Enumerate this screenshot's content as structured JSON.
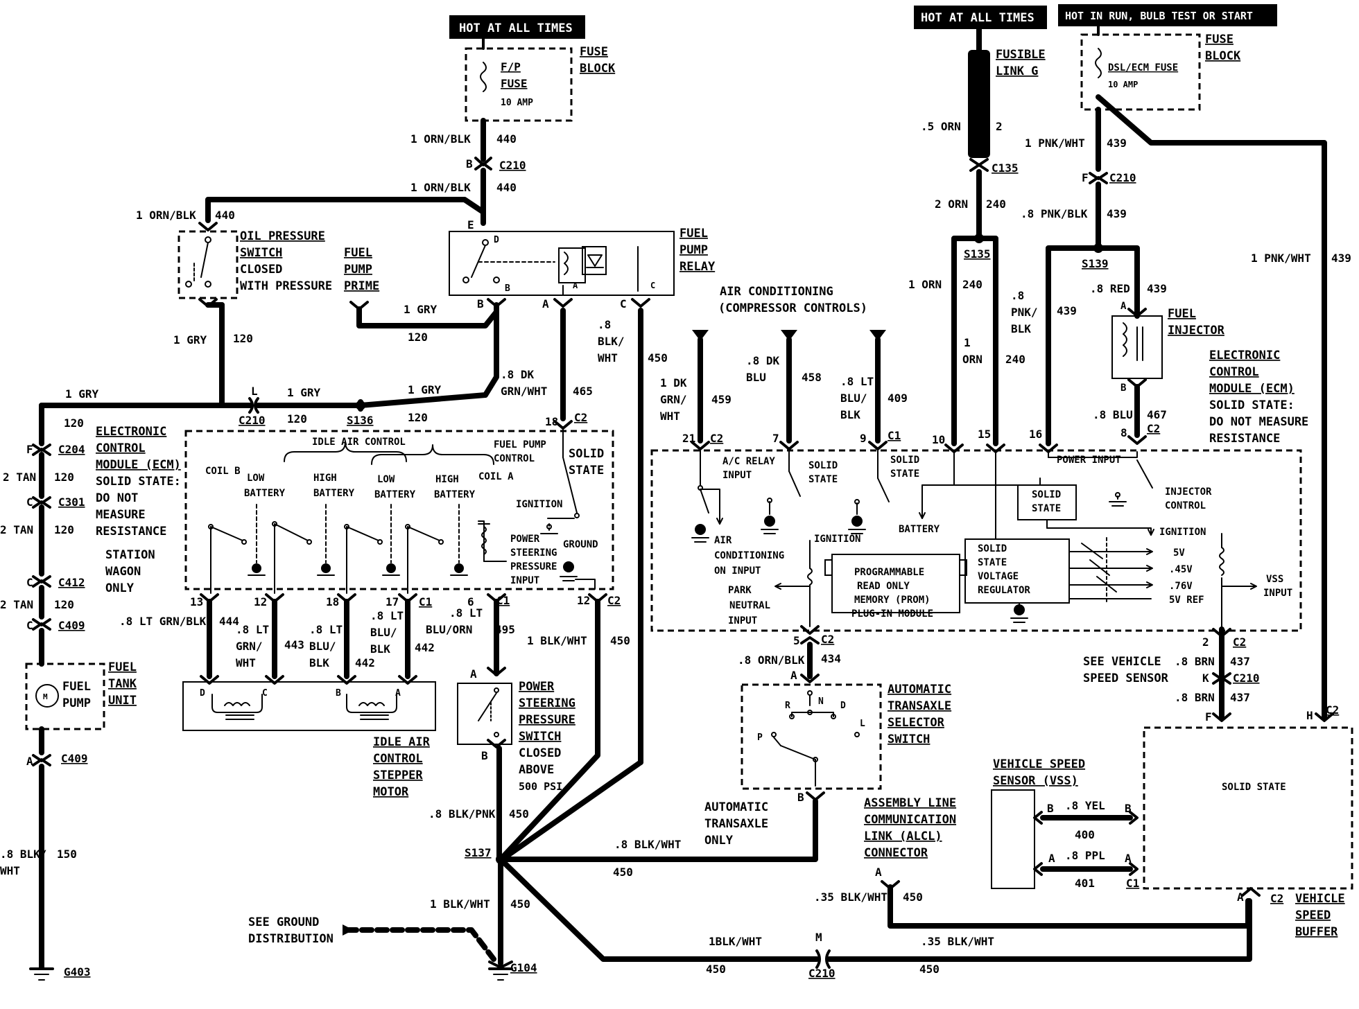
{
  "headers": {
    "hot_all_times_1": "HOT AT ALL TIMES",
    "hot_all_times_2": "HOT AT ALL TIMES",
    "hot_run": "HOT IN RUN, BULB TEST OR START"
  },
  "fuse_block_1": {
    "fuse": "F/P",
    "fuse2": "FUSE",
    "amp": "10 AMP",
    "title1": "FUSE",
    "title2": "BLOCK"
  },
  "fuse_block_2": {
    "fuse": "DSL/ECM FUSE",
    "amp": "10 AMP",
    "title1": "FUSE",
    "title2": "BLOCK"
  },
  "fusible_link": {
    "l1": "FUSIBLE",
    "l2": "LINK G",
    "wire": ".5 ORN",
    "num": "2"
  },
  "connectors": {
    "c210_a": "C210",
    "c135": "C135",
    "c210_b": "C210",
    "s135": "S135",
    "s139": "S139",
    "c204": "C204",
    "c301": "C301",
    "c412": "C412",
    "c409_a": "C409",
    "c409_b": "C409",
    "s136": "S136",
    "c210_c": "C210",
    "c2_a": "C2",
    "c1_a": "C1",
    "c2_b": "C2",
    "s137": "S137",
    "g104": "G104",
    "g403": "G403",
    "c210_d": "C210",
    "c210_e": "C210",
    "c2_c": "C2",
    "c1_b": "C1",
    "c2_d": "C2",
    "c1_c": "C1",
    "c2_e": "C2",
    "c2_f": "C2",
    "c2_g": "C2",
    "c2_h": "C2",
    "c1_d": "C1"
  },
  "wires": {
    "w1_orn_blk": "1 ORN/BLK",
    "w440": "440",
    "w1_orn_blk_b": "1 ORN/BLK",
    "w440_b": "440",
    "w1_orn_blk_c": "1 ORN/BLK",
    "w440_c": "440",
    "w1_gry_a": "1 GRY",
    "w120_a": "120",
    "w1_gry_b": "1 GRY",
    "w120_b": "120",
    "w1_gry_c": "1 GRY",
    "w120_c": "120",
    "w1_gry_d": "1 GRY",
    "w120_d": "120",
    "w1_gry_e": "1 GRY",
    "w120_e": "120",
    "w8dk_grn_wht": ".8 DK",
    "w8dk_grn_wht2": "GRN/WHT",
    "w465": "465",
    "w8blk_wht": ".8",
    "w8blk_wht2": "BLK/",
    "w8blk_wht3": "WHT",
    "w450_a": "450",
    "w2_orn": "2 ORN",
    "w240_a": "240",
    "w1_orn": "1 ORN",
    "w240_b": "240",
    "w1_orn2": "1",
    "w1_orn3": "ORN",
    "w8pnk": ".8",
    "w8pnk2": "PNK/",
    "w8pnk3": "BLK",
    "w240_c": "240",
    "w439_a": "439",
    "w1_pnk_wht": "1 PNK/WHT",
    "w439_b": "439",
    "w8_pnk_blk": ".8 PNK/BLK",
    "w439_c": "439",
    "w8_red": ".8 RED",
    "w439_d": "439",
    "w1_pnk_wht_b": "1 PNK/WHT",
    "w439_e": "439",
    "w8_blu": ".8 BLU",
    "w467": "467",
    "w2_tan_a": "2 TAN",
    "w120_f": "120",
    "w2_tan_b": "2 TAN",
    "w120_g": "120",
    "w2_tan_c": "2 TAN",
    "w120_h": "120",
    "w8blk_wht_b": ".8 BLK/",
    "w8blk_wht_b2": "WHT",
    "w150": "150",
    "w1dk_grn_wht": "1 DK",
    "w1dk2": "GRN/",
    "w1dk3": "WHT",
    "w459": "459",
    "w8dk_blu": ".8 DK",
    "w8dk_blu2": "BLU",
    "w458": "458",
    "w8lt_blu_blk": ".8 LT",
    "w8lt2": "BLU/",
    "w8lt3": "BLK",
    "w409": "409",
    "w8lt_grn_blk": ".8 LT GRN/BLK",
    "w444": "444",
    "w8lt_grn_wht": ".8 LT",
    "w8lt_grn_wht2": "GRN/",
    "w8lt_grn_wht3": "WHT",
    "w443": "443",
    "w8lt_blu_blk_b": ".8 LT",
    "w8lt_blu_blk_b2": "BLU/",
    "w8lt_blu_blk_b3": "BLK",
    "w442_a": "442",
    "w8lt_blu_blk_c": ".8 LT",
    "w8lt_blu_blk_c2": "BLU/",
    "w8lt_blu_blk_c3": "BLK",
    "w442_b": "442",
    "w8lt_blu_orn": ".8 LT",
    "w8lt_blu_orn2": "BLU/ORN",
    "w495": "495",
    "w1blk_wht_a": "1 BLK/WHT",
    "w450_b": "450",
    "w8_orn_blk": ".8 ORN/BLK",
    "w434": "434",
    "w8_brn_a": ".8 BRN",
    "w437_a": "437",
    "w8_brn_b": ".8 BRN",
    "w437_b": "437",
    "w8blk_pnk": ".8 BLK/PNK",
    "w450_c": "450",
    "w8blk_wht_c": ".8 BLK/WHT",
    "w450_d": "450",
    "w1blk_wht_b": "1 BLK/WHT",
    "w450_e": "450",
    "w18blk_wht": "1BLK/WHT",
    "w450_f": "450",
    "w35blk_wht_a": ".35 BLK/WHT",
    "w450_g": "450",
    "w35blk_wht_b": ".35 BLK/WHT",
    "w450_h": "450",
    "w8_yel": ".8 YEL",
    "w400": "400",
    "w8_ppl": ".8 PPL",
    "w401": "401"
  },
  "pins": {
    "b_c210": "B",
    "f_c210": "F",
    "e": "E",
    "d": "D",
    "b": "B",
    "a": "A",
    "c": "C",
    "b2": "B",
    "a2": "A",
    "c2": "C",
    "l": "L",
    "f2": "F",
    "c3": "C",
    "c4": "C",
    "c5": "C",
    "a3": "A",
    "p18": "18",
    "p13": "13",
    "p12": "12",
    "p18b": "18",
    "p17": "17",
    "p6": "6",
    "p12b": "12",
    "p21": "21",
    "p7": "7",
    "p9": "9",
    "p10": "10",
    "p15": "15",
    "p16": "16",
    "p8": "8",
    "pa": "A",
    "pb": "B",
    "p5": "5",
    "p2": "2",
    "pk": "K",
    "pf": "F",
    "ph": "H",
    "pa4": "A",
    "pb4": "B",
    "pa5": "A",
    "pb5": "B",
    "pa6": "A",
    "pa7": "A",
    "pa8": "A",
    "pm": "M",
    "pb6": "B",
    "pd": "D",
    "pc": "C",
    "pb7": "B",
    "pa9": "A",
    "pb8": "B",
    "pb9": "B",
    "pa10": "A",
    "pa11": "A",
    "pr": "R",
    "pn": "N",
    "pd2": "D",
    "pl": "L",
    "pp": "P"
  },
  "components": {
    "oil_pressure": [
      "OIL PRESSURE",
      "SWITCH",
      "CLOSED",
      "WITH PRESSURE"
    ],
    "fuel_pump_prime": [
      "FUEL",
      "PUMP",
      "PRIME"
    ],
    "fuel_pump_relay": [
      "FUEL",
      "PUMP",
      "RELAY"
    ],
    "ecm_left": [
      "ELECTRONIC",
      "CONTROL",
      "MODULE (ECM)",
      "SOLID STATE:",
      "DO NOT",
      "MEASURE",
      "RESISTANCE"
    ],
    "station_wagon": [
      "STATION",
      "WAGON",
      "ONLY"
    ],
    "idle_air_control": "IDLE AIR CONTROL",
    "coil_b": "COIL B",
    "coil_a": "COIL A",
    "low_batt_1": [
      "LOW",
      "BATTERY"
    ],
    "high_batt_1": [
      "HIGH",
      "BATTERY"
    ],
    "low_batt_2": [
      "LOW",
      "BATTERY"
    ],
    "high_batt_2": [
      "HIGH",
      "BATTERY"
    ],
    "fuel_pump_control": [
      "FUEL PUMP",
      "CONTROL"
    ],
    "solid_state_1": [
      "SOLID",
      "STATE"
    ],
    "ignition_1": "IGNITION",
    "power_steering_input": [
      "POWER",
      "STEERING",
      "PRESSURE",
      "INPUT"
    ],
    "ground": "GROUND",
    "fuel_tank": [
      "FUEL",
      "TANK",
      "UNIT"
    ],
    "fuel_pump_motor": [
      "FUEL",
      "PUMP"
    ],
    "iac_motor": [
      "IDLE AIR",
      "CONTROL",
      "STEPPER",
      "MOTOR"
    ],
    "ps_switch": [
      "POWER",
      "STEERING",
      "PRESSURE",
      "SWITCH",
      "CLOSED",
      "ABOVE",
      "500 PSI"
    ],
    "see_ground": [
      "SEE GROUND",
      "DISTRIBUTION"
    ],
    "air_cond": [
      "AIR CONDITIONING",
      "(COMPRESSOR CONTROLS)"
    ],
    "fuel_injector": [
      "FUEL",
      "INJECTOR"
    ],
    "ecm_right": [
      "ELECTRONIC",
      "CONTROL",
      "MODULE (ECM)",
      "SOLID STATE:",
      "DO NOT MEASURE",
      "RESISTANCE"
    ],
    "ac_relay_input": [
      "A/C RELAY",
      "INPUT"
    ],
    "solid_state_2": [
      "SOLID",
      "STATE"
    ],
    "solid_state_3": [
      "SOLID",
      "STATE"
    ],
    "power_input": "POWER INPUT",
    "solid_state_4": [
      "SOLID",
      "STATE"
    ],
    "injector_control": [
      "INJECTOR",
      "CONTROL"
    ],
    "battery": "BATTERY",
    "ignition_2": "IGNITION",
    "ignition_3": "IGNITION",
    "ac_on_input": [
      "AIR",
      "CONDITIONING",
      "ON INPUT"
    ],
    "park_neutral": [
      "PARK",
      "NEUTRAL",
      "INPUT"
    ],
    "prom": [
      "PROGRAMMABLE",
      "READ ONLY",
      "MEMORY (PROM)",
      "PLUG-IN MODULE"
    ],
    "voltage_reg": [
      "SOLID",
      "STATE",
      "VOLTAGE",
      "REGULATOR"
    ],
    "v5": "5V",
    "v45": ".45V",
    "v76": ".76V",
    "v5ref": "5V REF",
    "vss_input": [
      "VSS",
      "INPUT"
    ],
    "see_vss": [
      "SEE VEHICLE",
      "SPEED SENSOR"
    ],
    "trans_selector": [
      "AUTOMATIC",
      "TRANSAXLE",
      "SELECTOR",
      "SWITCH"
    ],
    "auto_trans_only": [
      "AUTOMATIC",
      "TRANSAXLE",
      "ONLY"
    ],
    "alcl": [
      "ASSEMBLY LINE",
      "COMMUNICATION",
      "LINK (ALCL)",
      "CONNECTOR"
    ],
    "vss": [
      "VEHICLE SPEED",
      "SENSOR (VSS)"
    ],
    "solid_state_buffer": "SOLID STATE",
    "buffer": [
      "VEHICLE",
      "SPEED",
      "BUFFER"
    ]
  }
}
